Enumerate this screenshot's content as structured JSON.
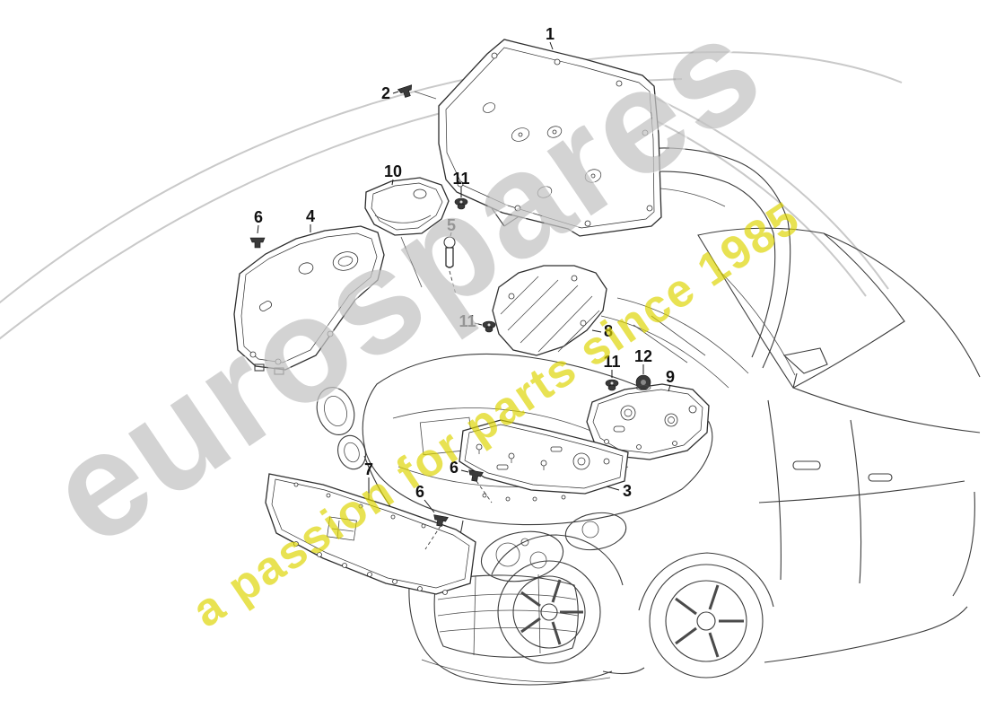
{
  "watermark": {
    "brand": "eurospares",
    "tagline": "a passion for parts since 1985"
  },
  "callouts": [
    {
      "label": "1"
    },
    {
      "label": "2"
    },
    {
      "label": "10"
    },
    {
      "label": "11"
    },
    {
      "label": "5"
    },
    {
      "label": "6"
    },
    {
      "label": "4"
    },
    {
      "label": "11"
    },
    {
      "label": "8"
    },
    {
      "label": "11"
    },
    {
      "label": "12"
    },
    {
      "label": "9"
    },
    {
      "label": "6"
    },
    {
      "label": "6"
    },
    {
      "label": "7"
    },
    {
      "label": "3"
    }
  ]
}
